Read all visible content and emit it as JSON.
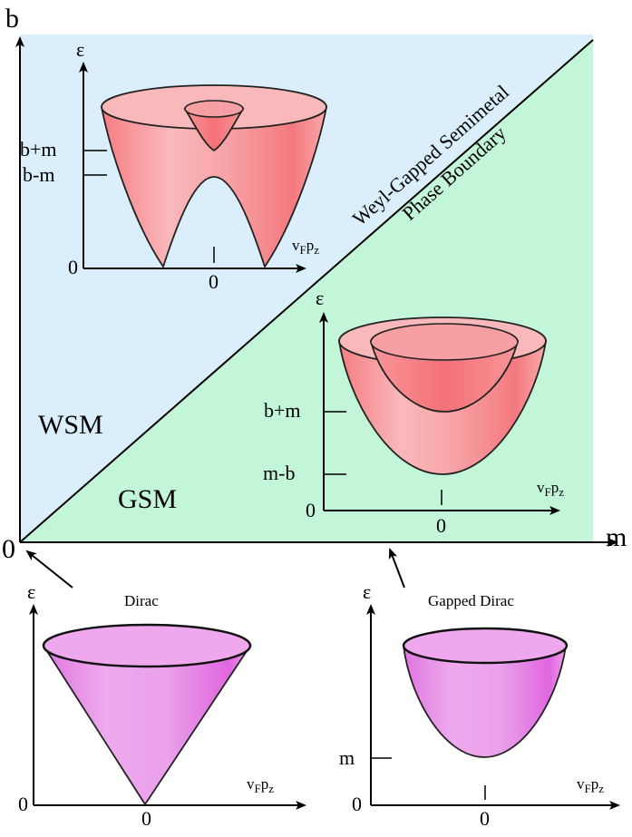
{
  "axes": {
    "main_x_label": "m",
    "main_y_label": "b",
    "origin_label": "0"
  },
  "regions": {
    "wsm_label": "WSM",
    "gsm_label": "GSM",
    "boundary_line1": "Weyl-Gapped Semimetal",
    "boundary_line2": "Phase Boundary",
    "colors": {
      "wsm": "#daeefb",
      "gsm": "#c3f5d9",
      "red_surface": "#f48e92",
      "pink_surface": "#e89ae8"
    }
  },
  "insets": {
    "wsm": {
      "y_label": "ε",
      "x_label_v": "v",
      "x_label_sub": "F",
      "x_label_p": "p",
      "x_label_sub2": "z",
      "tick1": "b+m",
      "tick2": "b-m",
      "origin_y": "0",
      "origin_x": "0"
    },
    "gsm": {
      "y_label": "ε",
      "x_label_v": "v",
      "x_label_sub": "F",
      "x_label_p": "p",
      "x_label_sub2": "z",
      "tick1": "b+m",
      "tick2": "m-b",
      "origin_y": "0",
      "origin_x": "0"
    },
    "dirac": {
      "title": "Dirac",
      "y_label": "ε",
      "x_label_v": "v",
      "x_label_sub": "F",
      "x_label_p": "p",
      "x_label_sub2": "z",
      "origin_y": "0",
      "origin_x": "0"
    },
    "gapped_dirac": {
      "title": "Gapped Dirac",
      "y_label": "ε",
      "x_label_v": "v",
      "x_label_sub": "F",
      "x_label_p": "p",
      "x_label_sub2": "z",
      "tick1": "m",
      "origin_y": "0",
      "origin_x": "0"
    }
  }
}
